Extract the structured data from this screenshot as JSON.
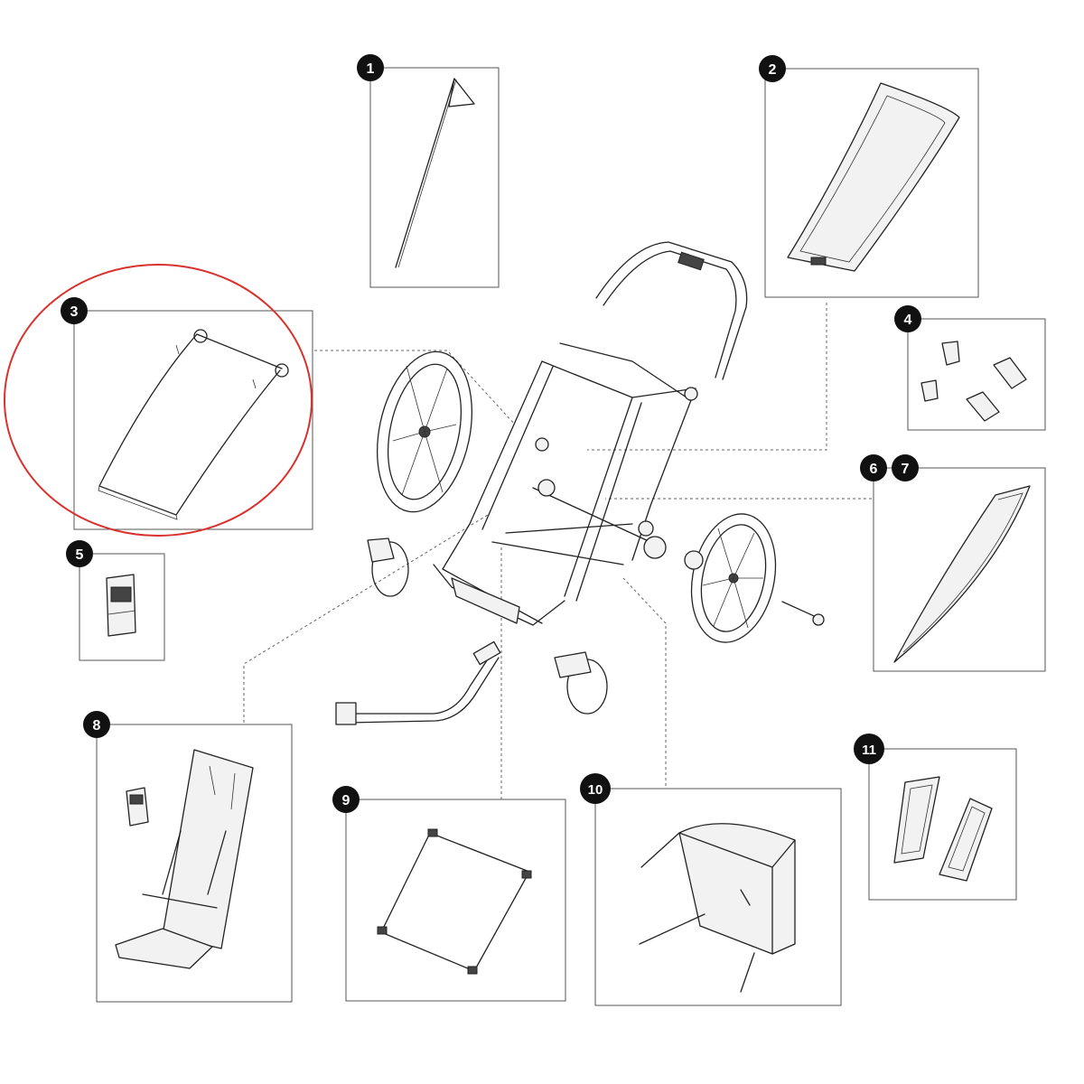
{
  "highlight_color": "#d9322e",
  "badge_color": "#111111",
  "parts": [
    {
      "number": "1",
      "icon": "safety-flag-icon"
    },
    {
      "number": "2",
      "icon": "sun-canopy-icon"
    },
    {
      "number": "3",
      "icon": "canopy-frame-icon",
      "highlighted": true
    },
    {
      "number": "4",
      "icon": "clips-icon"
    },
    {
      "number": "5",
      "icon": "buckle-icon"
    },
    {
      "number": "6",
      "icon": "window-panel-icon"
    },
    {
      "number": "7",
      "icon": "window-panel-icon"
    },
    {
      "number": "8",
      "icon": "seat-harness-icon"
    },
    {
      "number": "9",
      "icon": "seat-fabric-icon"
    },
    {
      "number": "10",
      "icon": "cargo-bag-icon"
    },
    {
      "number": "11",
      "icon": "reflector-icon"
    }
  ]
}
